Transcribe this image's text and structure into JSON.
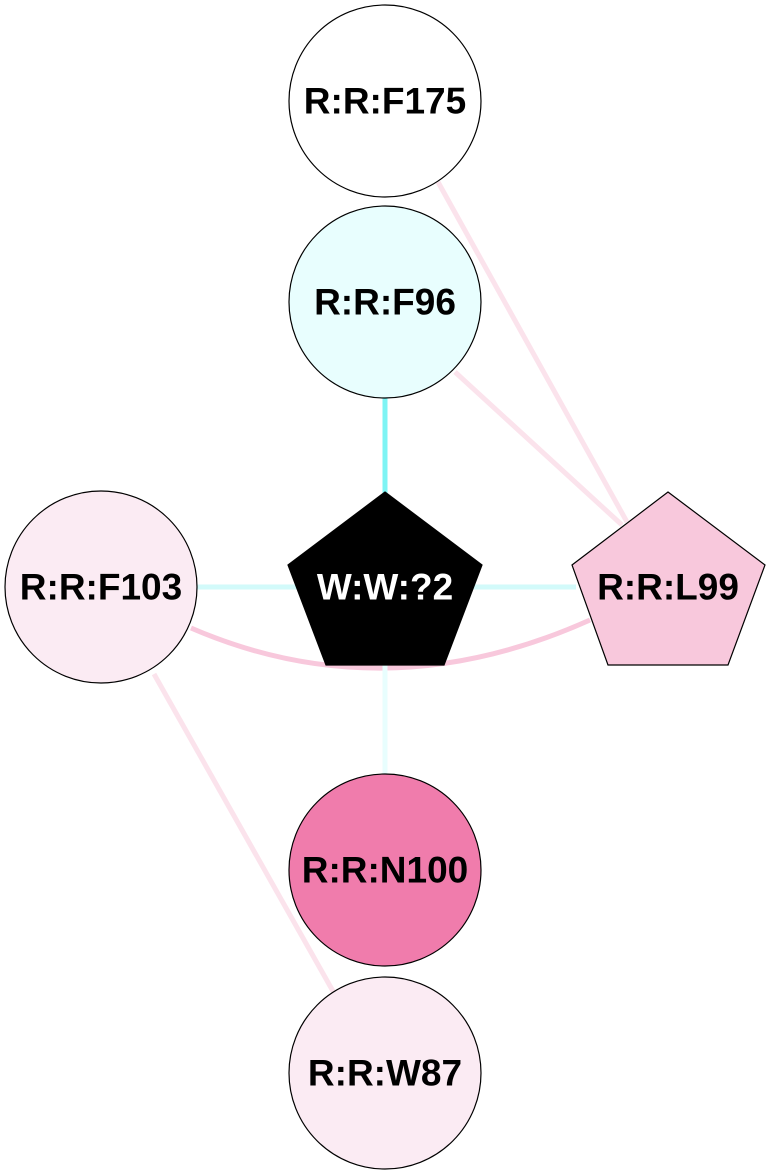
{
  "nodes": {
    "f175": {
      "label": "R:R:F175",
      "fill": "#ffffff",
      "text_color": "#000000",
      "shape": "circle"
    },
    "f96": {
      "label": "R:R:F96",
      "fill": "#e8fefe",
      "text_color": "#000000",
      "shape": "circle"
    },
    "f103": {
      "label": "R:R:F103",
      "fill": "#fbebf3",
      "text_color": "#000000",
      "shape": "circle"
    },
    "w2": {
      "label": "W:W:?2",
      "fill": "#000000",
      "text_color": "#ffffff",
      "shape": "pentagon"
    },
    "l99": {
      "label": "R:R:L99",
      "fill": "#f8c8dc",
      "text_color": "#000000",
      "shape": "pentagon"
    },
    "n100": {
      "label": "R:R:N100",
      "fill": "#f07cac",
      "text_color": "#000000",
      "shape": "circle"
    },
    "w87": {
      "label": "R:R:W87",
      "fill": "#fbebf3",
      "text_color": "#000000",
      "shape": "circle"
    }
  },
  "edges": [
    {
      "from": "R:R:F175",
      "to": "R:R:L99",
      "color": "#fbe3ec"
    },
    {
      "from": "R:R:F96",
      "to": "R:R:L99",
      "color": "#fbe3ec"
    },
    {
      "from": "R:R:F96",
      "to": "W:W:?2",
      "color": "#7ef4f4"
    },
    {
      "from": "R:R:F103",
      "to": "W:W:?2",
      "color": "#d2fafa"
    },
    {
      "from": "W:W:?2",
      "to": "R:R:L99",
      "color": "#d2fafa"
    },
    {
      "from": "R:R:F103",
      "to": "R:R:L99",
      "color": "#f8c8dc"
    },
    {
      "from": "W:W:?2",
      "to": "R:R:N100",
      "color": "#e8fefe"
    },
    {
      "from": "R:R:F103",
      "to": "R:R:W87",
      "color": "#fbe3ec"
    }
  ]
}
